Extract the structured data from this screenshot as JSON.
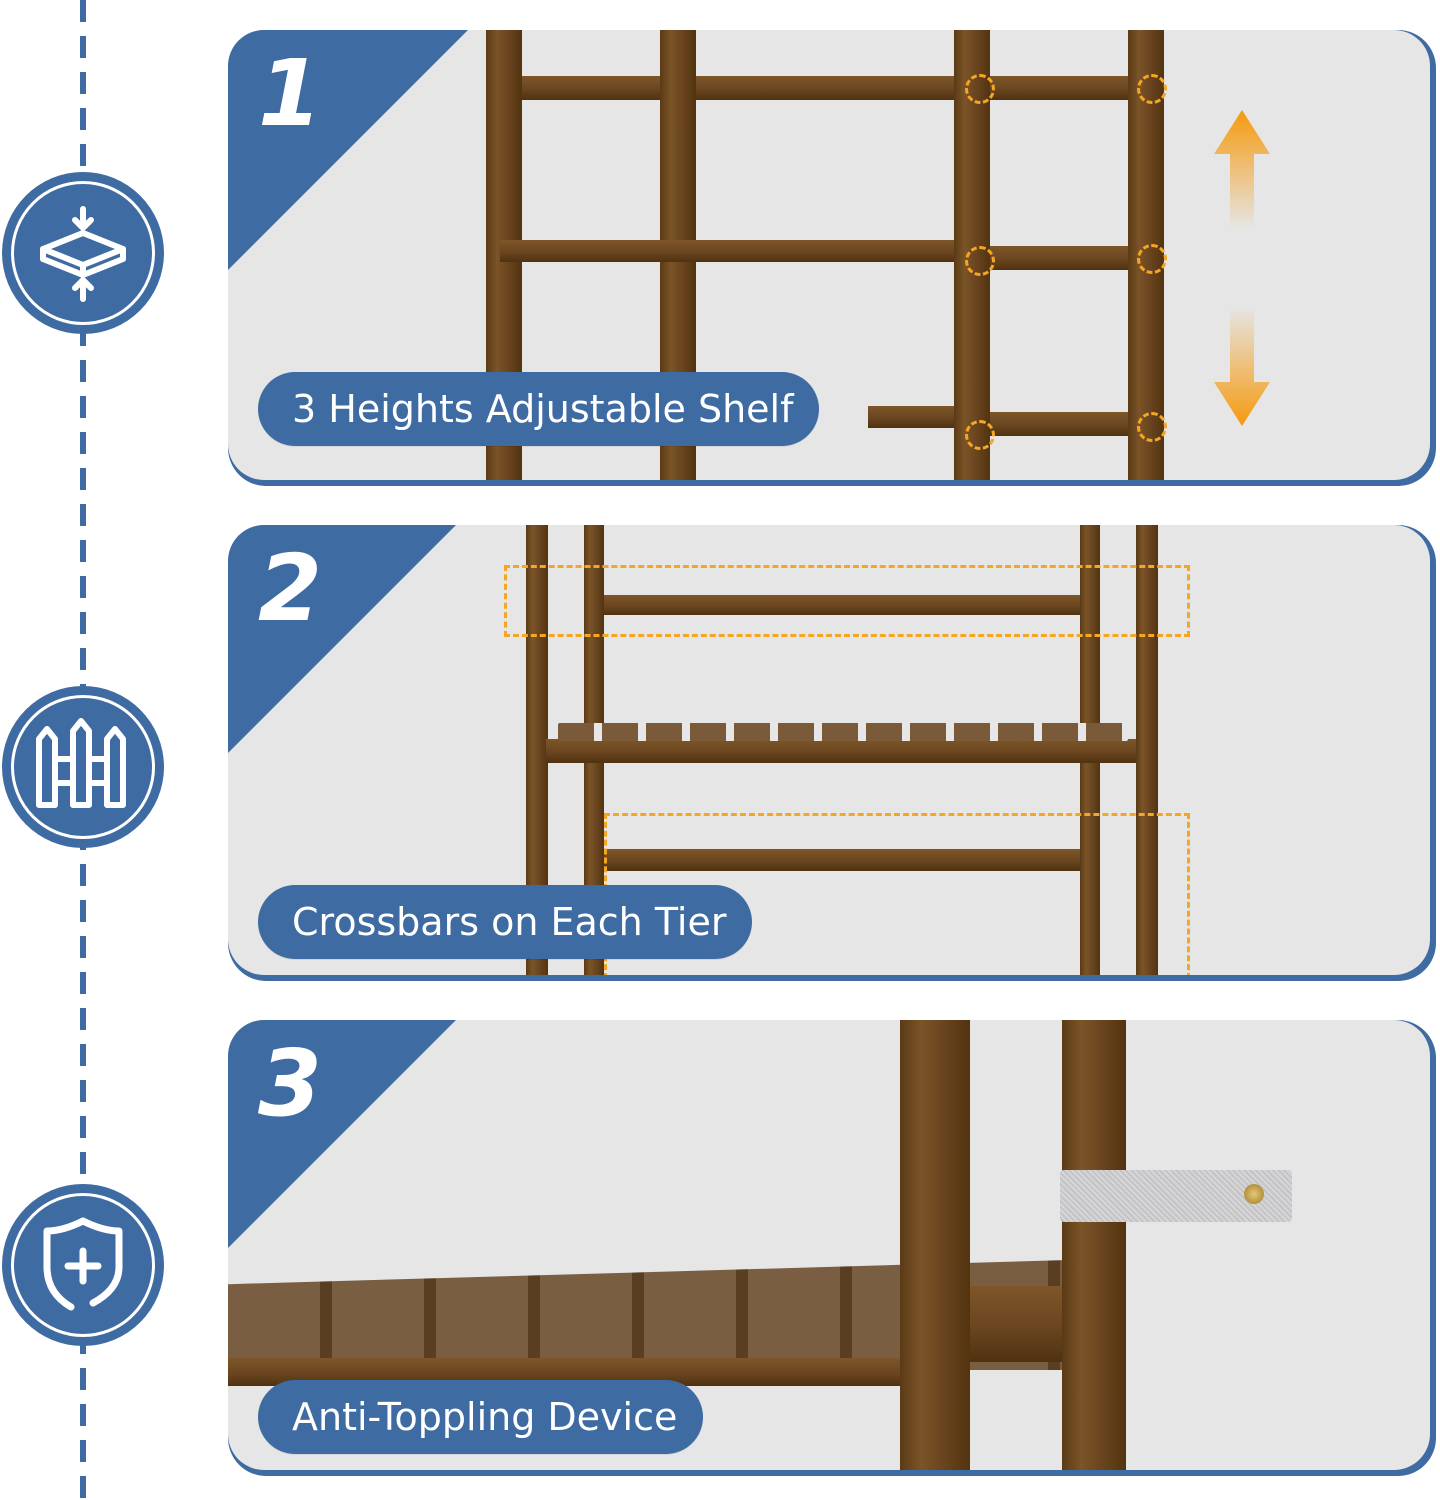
{
  "timeline": {
    "color": "#3f6ba3",
    "badges": [
      {
        "icon": "adjustable-shelf-icon"
      },
      {
        "icon": "fence-crossbar-icon"
      },
      {
        "icon": "shield-plus-icon"
      }
    ]
  },
  "features": [
    {
      "number": "1",
      "label": "3 Heights Adjustable Shelf",
      "highlight": "orange-dashed-circles-and-up-down-arrow"
    },
    {
      "number": "2",
      "label": "Crossbars on Each Tier",
      "highlight": "orange-dashed-boxes"
    },
    {
      "number": "3",
      "label": "Anti-Toppling Device",
      "highlight": "metal-wall-bracket"
    }
  ],
  "colors": {
    "accent_blue": "#3f6ba3",
    "highlight_orange": "#f5a623",
    "panel_background": "#e6e6e7",
    "wood_brown": "#6a4520"
  }
}
